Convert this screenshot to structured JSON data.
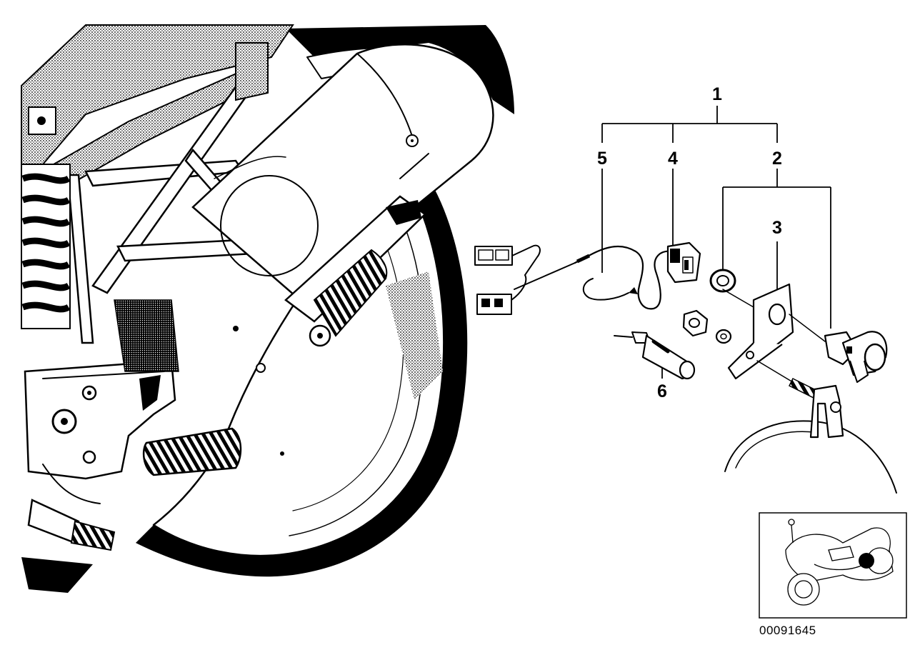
{
  "callouts": {
    "kit": "1",
    "socket": "2",
    "bracket": "3",
    "connector": "4",
    "cable": "5",
    "plug": "6"
  },
  "catalog_number": "00091645"
}
